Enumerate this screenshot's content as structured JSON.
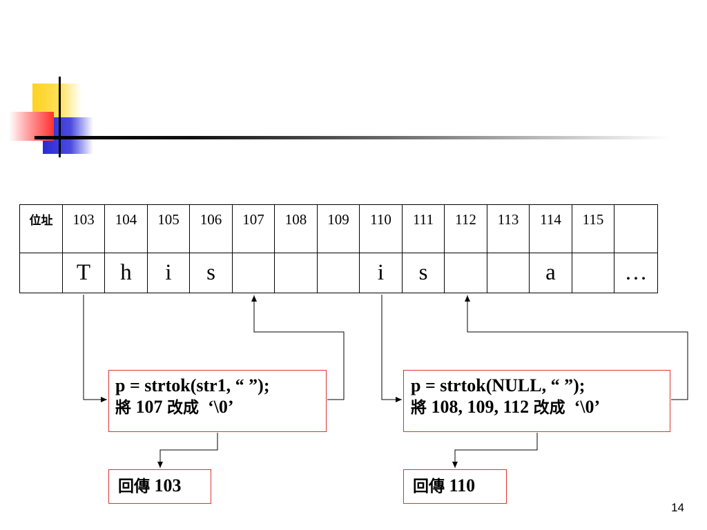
{
  "memory_table": {
    "address_header": "位址",
    "addresses": [
      "103",
      "104",
      "105",
      "106",
      "107",
      "108",
      "109",
      "110",
      "111",
      "112",
      "113",
      "114",
      "115",
      ""
    ],
    "chars": [
      "T",
      "h",
      "i",
      "s",
      "",
      "",
      "",
      "i",
      "s",
      "",
      "",
      "a",
      "",
      "…"
    ]
  },
  "boxes": {
    "call1": {
      "line1": "p = strtok(str1, “ ”);",
      "line2_cjk1": "將",
      "line2_num": "107",
      "line2_cjk2": "改成",
      "line2_tail": "‘\\0’"
    },
    "call2": {
      "line1": "p = strtok(NULL, “ ”);",
      "line2_cjk1": "將",
      "line2_num": "108, 109, 112",
      "line2_cjk2": "改成",
      "line2_tail": "‘\\0’"
    },
    "ret1": {
      "cjk": "回傳",
      "num": "103"
    },
    "ret2": {
      "cjk": "回傳",
      "num": "110"
    }
  },
  "page_number": "14",
  "colors": {
    "box_border": "#e03030",
    "ornament_yellow": "#ffd21f",
    "ornament_blue": "#2a2ad6",
    "ornament_red": "#ff3030"
  }
}
